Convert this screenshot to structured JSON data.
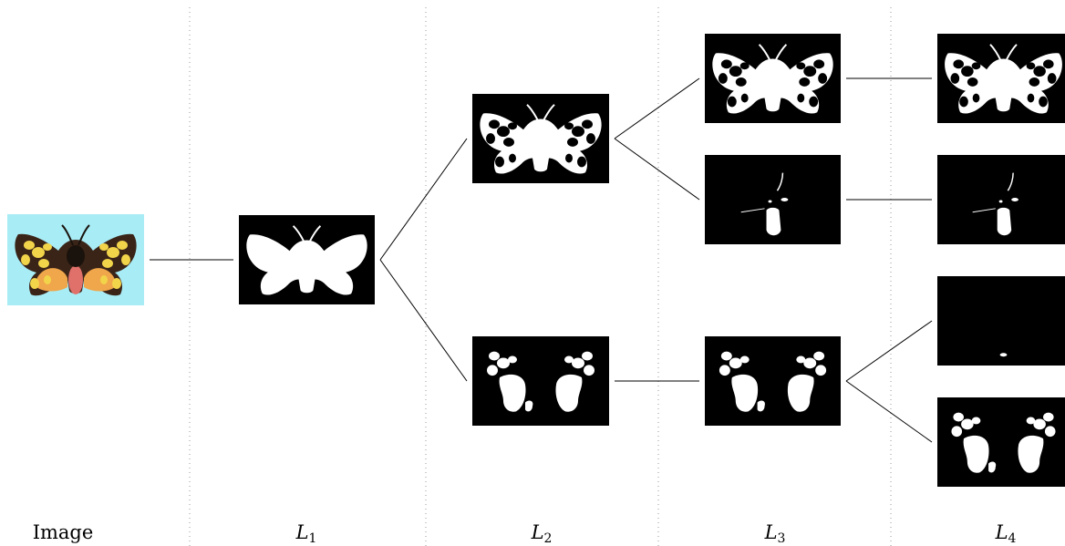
{
  "columns": [
    {
      "id": "image",
      "label": "Image"
    },
    {
      "id": "L1",
      "label_var": "L",
      "label_sub": "1"
    },
    {
      "id": "L2",
      "label_var": "L",
      "label_sub": "2"
    },
    {
      "id": "L3",
      "label_var": "L",
      "label_sub": "3"
    },
    {
      "id": "L4",
      "label_var": "L",
      "label_sub": "4"
    }
  ],
  "colors": {
    "background": "#ffffff",
    "mask_background": "#000000",
    "mask_foreground": "#ffffff",
    "photo_background": "#a8ecf5",
    "moth_wing_dark": "#3a2418",
    "moth_spot": "#f2d44a",
    "moth_hindwing": "#f0a64a",
    "moth_body": "#e0706a",
    "separator": "#999999",
    "edge": "#000000"
  },
  "nodes": [
    {
      "id": "image",
      "column": "image",
      "kind": "photo"
    },
    {
      "id": "L1-0",
      "column": "L1",
      "kind": "mask",
      "content": "full-silhouette"
    },
    {
      "id": "L2-0",
      "column": "L2",
      "kind": "mask",
      "content": "silhouette-with-holes"
    },
    {
      "id": "L2-1",
      "column": "L2",
      "kind": "mask",
      "content": "spots"
    },
    {
      "id": "L3-0",
      "column": "L3",
      "kind": "mask",
      "content": "silhouette-with-holes"
    },
    {
      "id": "L3-1",
      "column": "L3",
      "kind": "mask",
      "content": "body-fragment"
    },
    {
      "id": "L3-2",
      "column": "L3",
      "kind": "mask",
      "content": "spots"
    },
    {
      "id": "L4-0",
      "column": "L4",
      "kind": "mask",
      "content": "silhouette-with-holes"
    },
    {
      "id": "L4-1",
      "column": "L4",
      "kind": "mask",
      "content": "body-fragment"
    },
    {
      "id": "L4-2",
      "column": "L4",
      "kind": "mask",
      "content": "speck"
    },
    {
      "id": "L4-3",
      "column": "L4",
      "kind": "mask",
      "content": "spots"
    }
  ],
  "edges": [
    {
      "from": "image",
      "to": "L1-0"
    },
    {
      "from": "L1-0",
      "to": "L2-0"
    },
    {
      "from": "L1-0",
      "to": "L2-1"
    },
    {
      "from": "L2-0",
      "to": "L3-0"
    },
    {
      "from": "L2-0",
      "to": "L3-1"
    },
    {
      "from": "L2-1",
      "to": "L3-2"
    },
    {
      "from": "L3-0",
      "to": "L4-0"
    },
    {
      "from": "L3-1",
      "to": "L4-1"
    },
    {
      "from": "L3-2",
      "to": "L4-2"
    },
    {
      "from": "L3-2",
      "to": "L4-3"
    }
  ]
}
